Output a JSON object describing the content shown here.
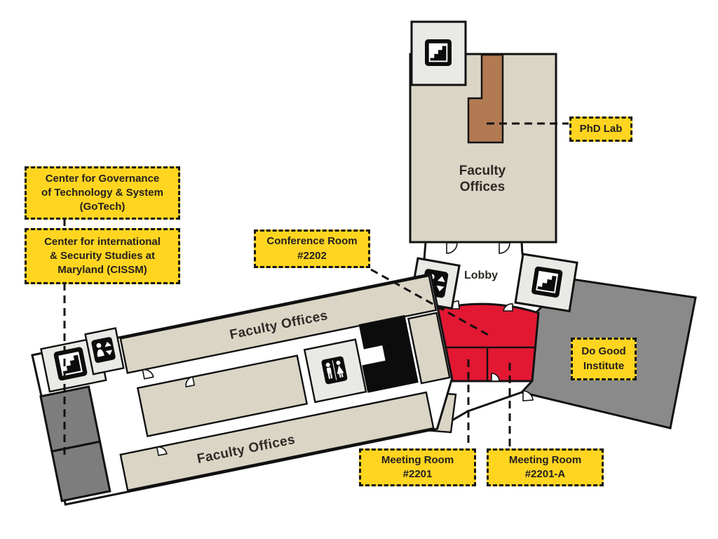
{
  "colors": {
    "beige": "#DAD5C5",
    "light": "#E9E9E6",
    "gray": "#8A8A8A",
    "gray_dark": "#7D7D7D",
    "red": "#E21833",
    "brown": "#B17A52",
    "yellow": "#FFD520",
    "ink": "#111111"
  },
  "rooms": {
    "top_faculty_line1": "Faculty",
    "top_faculty_line2": "Offices",
    "lobby": "Lobby",
    "left_faculty_top": "Faculty Offices",
    "left_faculty_bottom": "Faculty Offices"
  },
  "labels": {
    "gotech": [
      "Center for Governance",
      "of Technology & System",
      "(GoTech)"
    ],
    "cissm": [
      "Center for international",
      "& Security Studies at",
      "Maryland (CISSM)"
    ],
    "conference": [
      "Conference Room",
      "#2202"
    ],
    "phd": [
      "PhD Lab"
    ],
    "dogood": [
      "Do Good",
      "Institute"
    ],
    "m2201": [
      "Meeting Room",
      "#2201"
    ],
    "m2201a": [
      "Meeting Room",
      "#2201-A"
    ]
  },
  "icons": {
    "stairs": "stairs-icon",
    "elevator": "elevator-icon",
    "restroom": "restroom-icon"
  }
}
